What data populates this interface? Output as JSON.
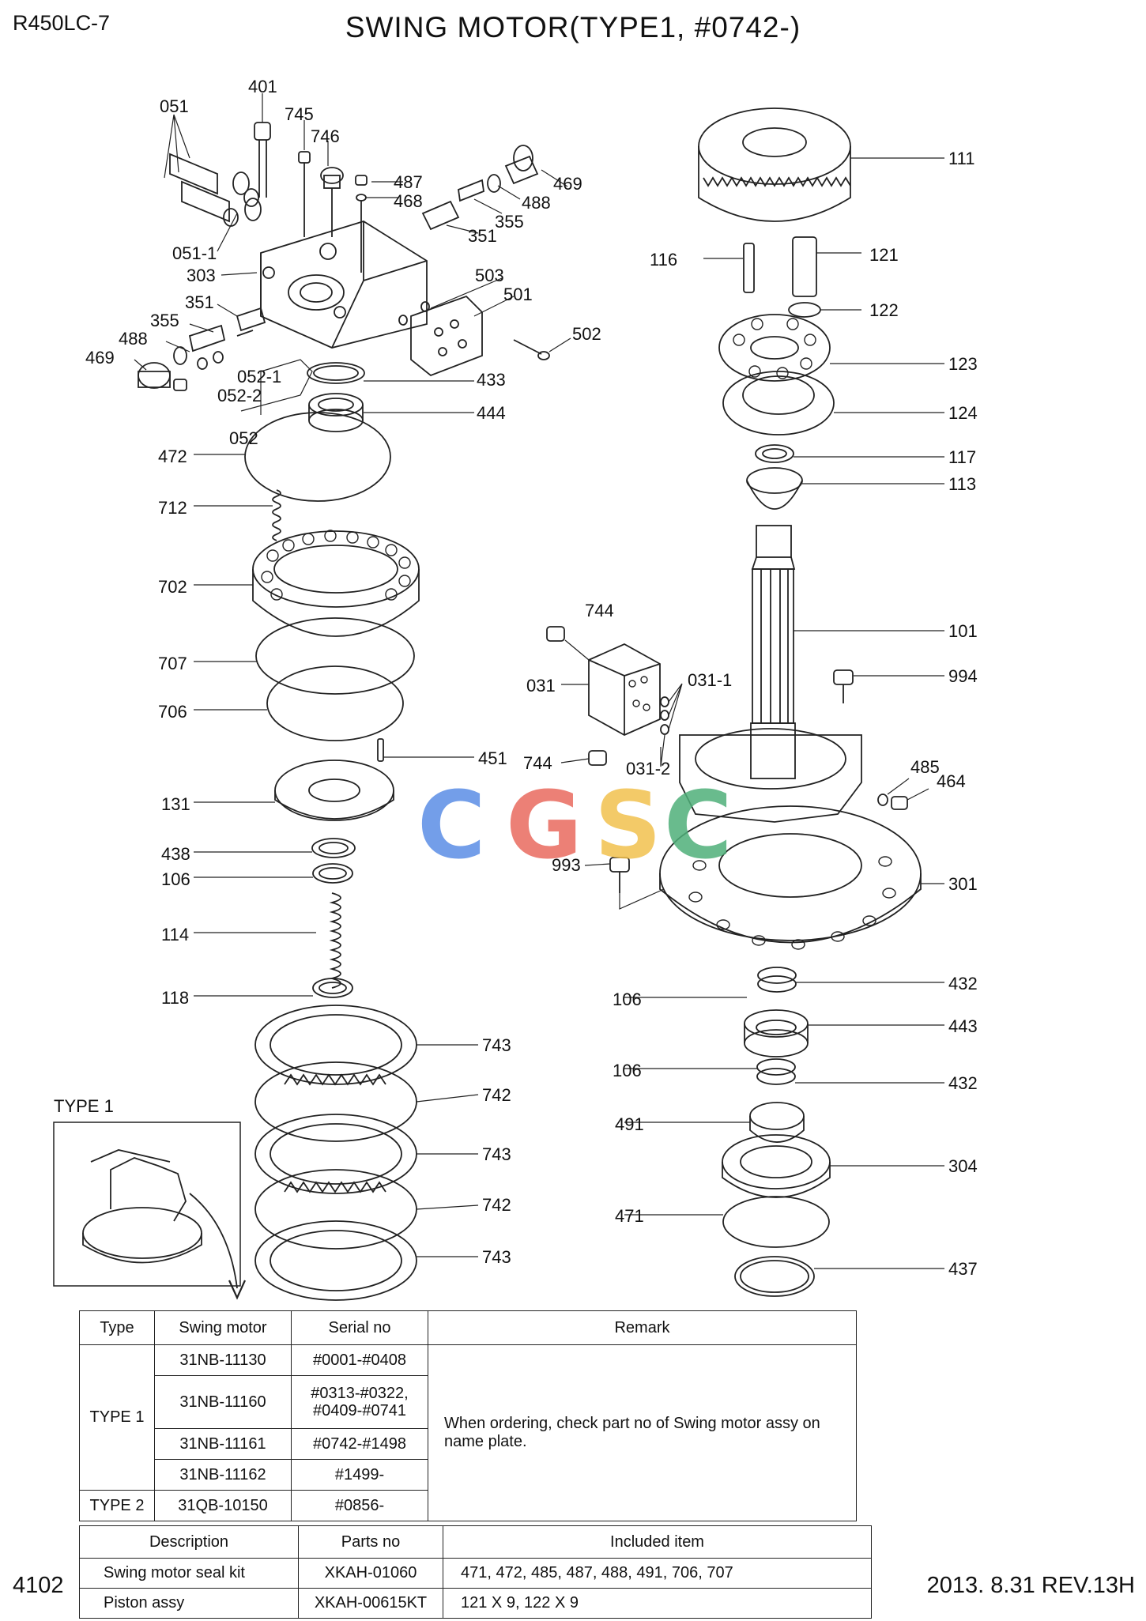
{
  "header": {
    "model": "R450LC-7",
    "title": "SWING MOTOR(TYPE1, #0742-)"
  },
  "callouts": {
    "c401": "401",
    "c051": "051",
    "c745": "745",
    "c746": "746",
    "c487": "487",
    "c468": "468",
    "c469a": "469",
    "c488a": "488",
    "c355a": "355",
    "c351a": "351",
    "c0511": "051-1",
    "c303": "303",
    "c503": "503",
    "c501": "501",
    "c502": "502",
    "c351b": "351",
    "c355b": "355",
    "c488b": "488",
    "c469b": "469",
    "c0521": "052-1",
    "c0522": "052-2",
    "c433": "433",
    "c444": "444",
    "c052": "052",
    "c472": "472",
    "c712": "712",
    "c702": "702",
    "c707": "707",
    "c706": "706",
    "c451": "451",
    "c131": "131",
    "c438": "438",
    "c106a": "106",
    "c114": "114",
    "c118": "118",
    "c743a": "743",
    "c742a": "742",
    "c743b": "743",
    "c742b": "742",
    "c743c": "743",
    "c111": "111",
    "c116": "116",
    "c121": "121",
    "c122": "122",
    "c123": "123",
    "c124": "124",
    "c117": "117",
    "c113": "113",
    "c101": "101",
    "c744a": "744",
    "c031": "031",
    "c0311": "031-1",
    "c994": "994",
    "c744b": "744",
    "c0312": "031-2",
    "c485": "485",
    "c464": "464",
    "c993": "993",
    "c301": "301",
    "c432a": "432",
    "c106b": "106",
    "c443": "443",
    "c106c": "106",
    "c432b": "432",
    "c491": "491",
    "c304": "304",
    "c471": "471",
    "c437": "437"
  },
  "watermark": {
    "letters": [
      "C",
      "G",
      "S",
      "C"
    ],
    "colors": [
      "#5b8ee6",
      "#e96b5f",
      "#f2c14e",
      "#4fb07a"
    ]
  },
  "inset": {
    "label": "TYPE 1"
  },
  "type_table": {
    "headers": [
      "Type",
      "Swing motor",
      "Serial no",
      "Remark"
    ],
    "type1": "TYPE 1",
    "type2": "TYPE 2",
    "rows": [
      {
        "motor": "31NB-11130",
        "serial": "#0001-#0408"
      },
      {
        "motor": "31NB-11160",
        "serial": "#0313-#0322,\n#0409-#0741"
      },
      {
        "motor": "31NB-11161",
        "serial": "#0742-#1498"
      },
      {
        "motor": "31NB-11162",
        "serial": "#1499-"
      },
      {
        "motor": "31QB-10150",
        "serial": "#0856-"
      }
    ],
    "remark": "When ordering, check part no of Swing motor assy on name plate."
  },
  "kit_table": {
    "headers": [
      "Description",
      "Parts no",
      "Included item"
    ],
    "rows": [
      {
        "desc": "Swing motor seal kit",
        "part": "XKAH-01060",
        "items": "471, 472, 485, 487, 488, 491, 706, 707"
      },
      {
        "desc": "Piston assy",
        "part": "XKAH-00615KT",
        "items": "121 X 9, 122 X 9"
      }
    ]
  },
  "footer": {
    "page": "4102",
    "revision": "2013. 8.31  REV.13H"
  }
}
